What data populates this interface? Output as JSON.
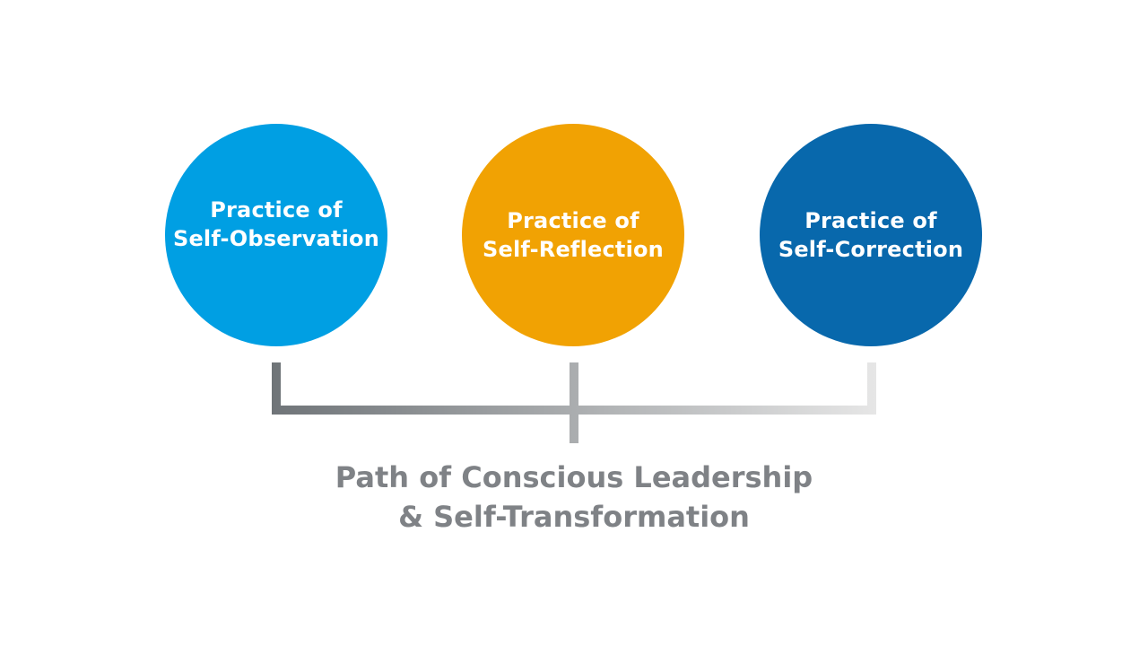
{
  "circles": [
    {
      "line1": "Practice of",
      "line2": "Self-Observation",
      "color": "#009fe3"
    },
    {
      "line1": "Practice of",
      "line2": "Self-Reflection",
      "color": "#f1a203"
    },
    {
      "line1": "Practice of",
      "line2": "Self-Correction",
      "color": "#0868ac"
    }
  ],
  "caption": {
    "line1": "Path of Conscious Leadership",
    "line2": "& Self-Transformation"
  },
  "colors": {
    "bracket_start": "#6f7478",
    "bracket_end": "#e6e6e6",
    "caption": "#7f8286"
  }
}
